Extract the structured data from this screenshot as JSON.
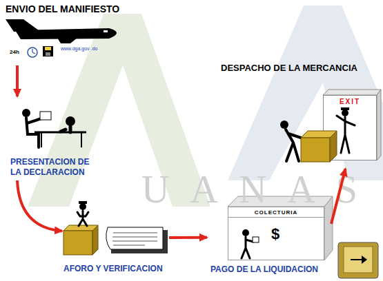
{
  "diagram": {
    "nodes": [
      {
        "text": [
          "ENVIO DEL MANIFIESTO"
        ]
      },
      {
        "text": [
          "PRESENTACION DE LA DECLARACION"
        ]
      },
      {
        "text": [
          "AFORO Y VERIFICACION"
        ]
      },
      {
        "text": [
          "PAGO DE LA LIQUIDACION"
        ]
      },
      {
        "text": [
          "COLECTURIA",
          "$"
        ],
        "in": 3
      },
      {
        "text": [
          "DESPACHO DE LA MERCANCIA"
        ]
      },
      {
        "text": [
          "EXIT"
        ],
        "in": 5
      }
    ],
    "edges": [
      {
        "from": 0,
        "to": 1,
        "arrow": "to"
      },
      {
        "from": 1,
        "to": 2,
        "arrow": "to"
      },
      {
        "from": 2,
        "to": 3,
        "arrow": "to"
      },
      {
        "from": 3,
        "to": 5,
        "arrow": "to"
      }
    ],
    "labels": [
      "24h",
      "www.dga.gov .do",
      "UANAS"
    ]
  }
}
